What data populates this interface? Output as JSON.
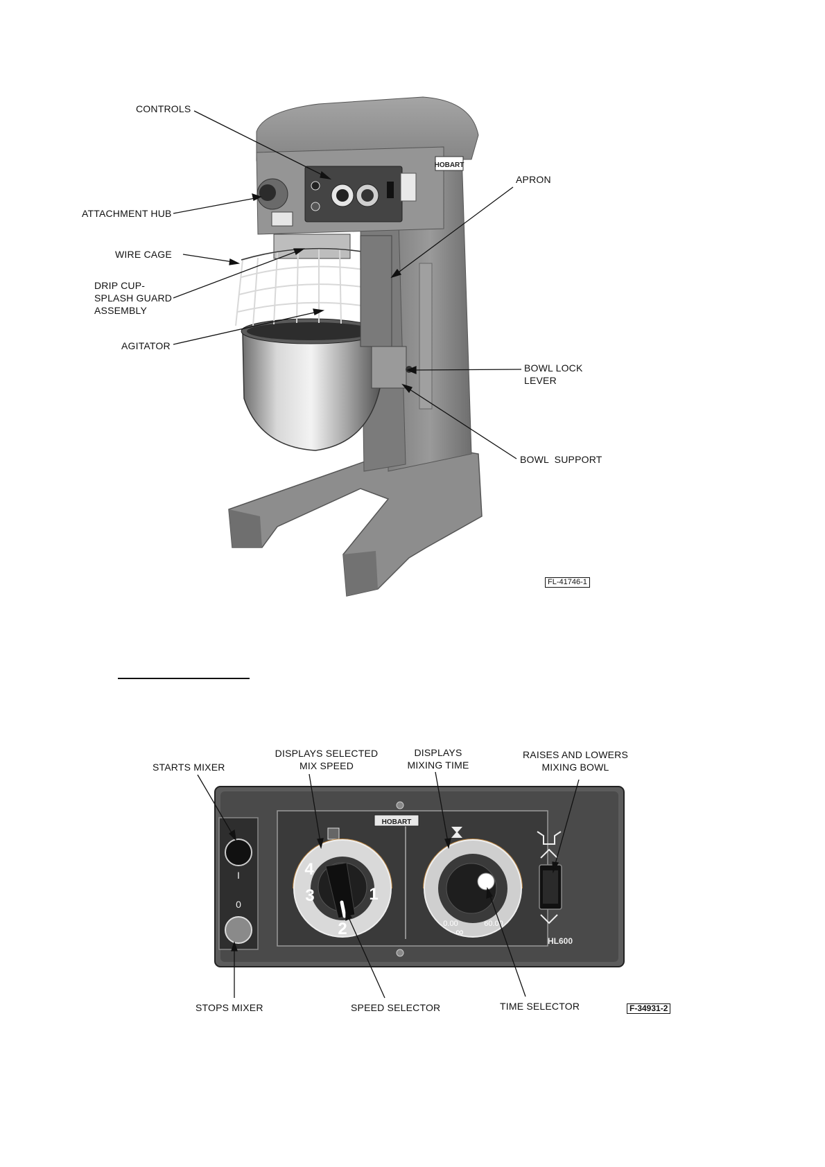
{
  "figure1": {
    "labels": {
      "controls": "CONTROLS",
      "attachment_hub": "ATTACHMENT HUB",
      "wire_cage": "WIRE CAGE",
      "drip_cup_1": "DRIP CUP-",
      "drip_cup_2": "SPLASH GUARD",
      "drip_cup_3": "ASSEMBLY",
      "agitator": "AGITATOR",
      "apron": "APRON",
      "bowl_lock_1": "BOWL LOCK",
      "bowl_lock_2": "LEVER",
      "bowl_support": "BOWL  SUPPORT"
    },
    "brand": "HOBART",
    "ref": "FL-41746-1"
  },
  "figure2": {
    "labels": {
      "starts_mixer": "STARTS MIXER",
      "displays_speed_1": "DISPLAYS SELECTED",
      "displays_speed_2": "MIX SPEED",
      "displays_time_1": "DISPLAYS",
      "displays_time_2": "MIXING TIME",
      "raises_1": "RAISES AND LOWERS",
      "raises_2": "MIXING BOWL",
      "stops_mixer": "STOPS MIXER",
      "speed_selector": "SPEED SELECTOR",
      "time_selector": "TIME SELECTOR"
    },
    "panel": {
      "brand": "HOBART",
      "model": "HL600",
      "start_symbol": "I",
      "stop_symbol": "0",
      "speeds": [
        "1",
        "2",
        "3",
        "4"
      ],
      "time_min": "0.00",
      "time_max": "60.00",
      "infinity": "∞"
    },
    "ref": "F-34931-2"
  },
  "colors": {
    "body_gray": "#8c8c8c",
    "panel_dark": "#3c3c3c",
    "steel": "#c9c9c9"
  }
}
